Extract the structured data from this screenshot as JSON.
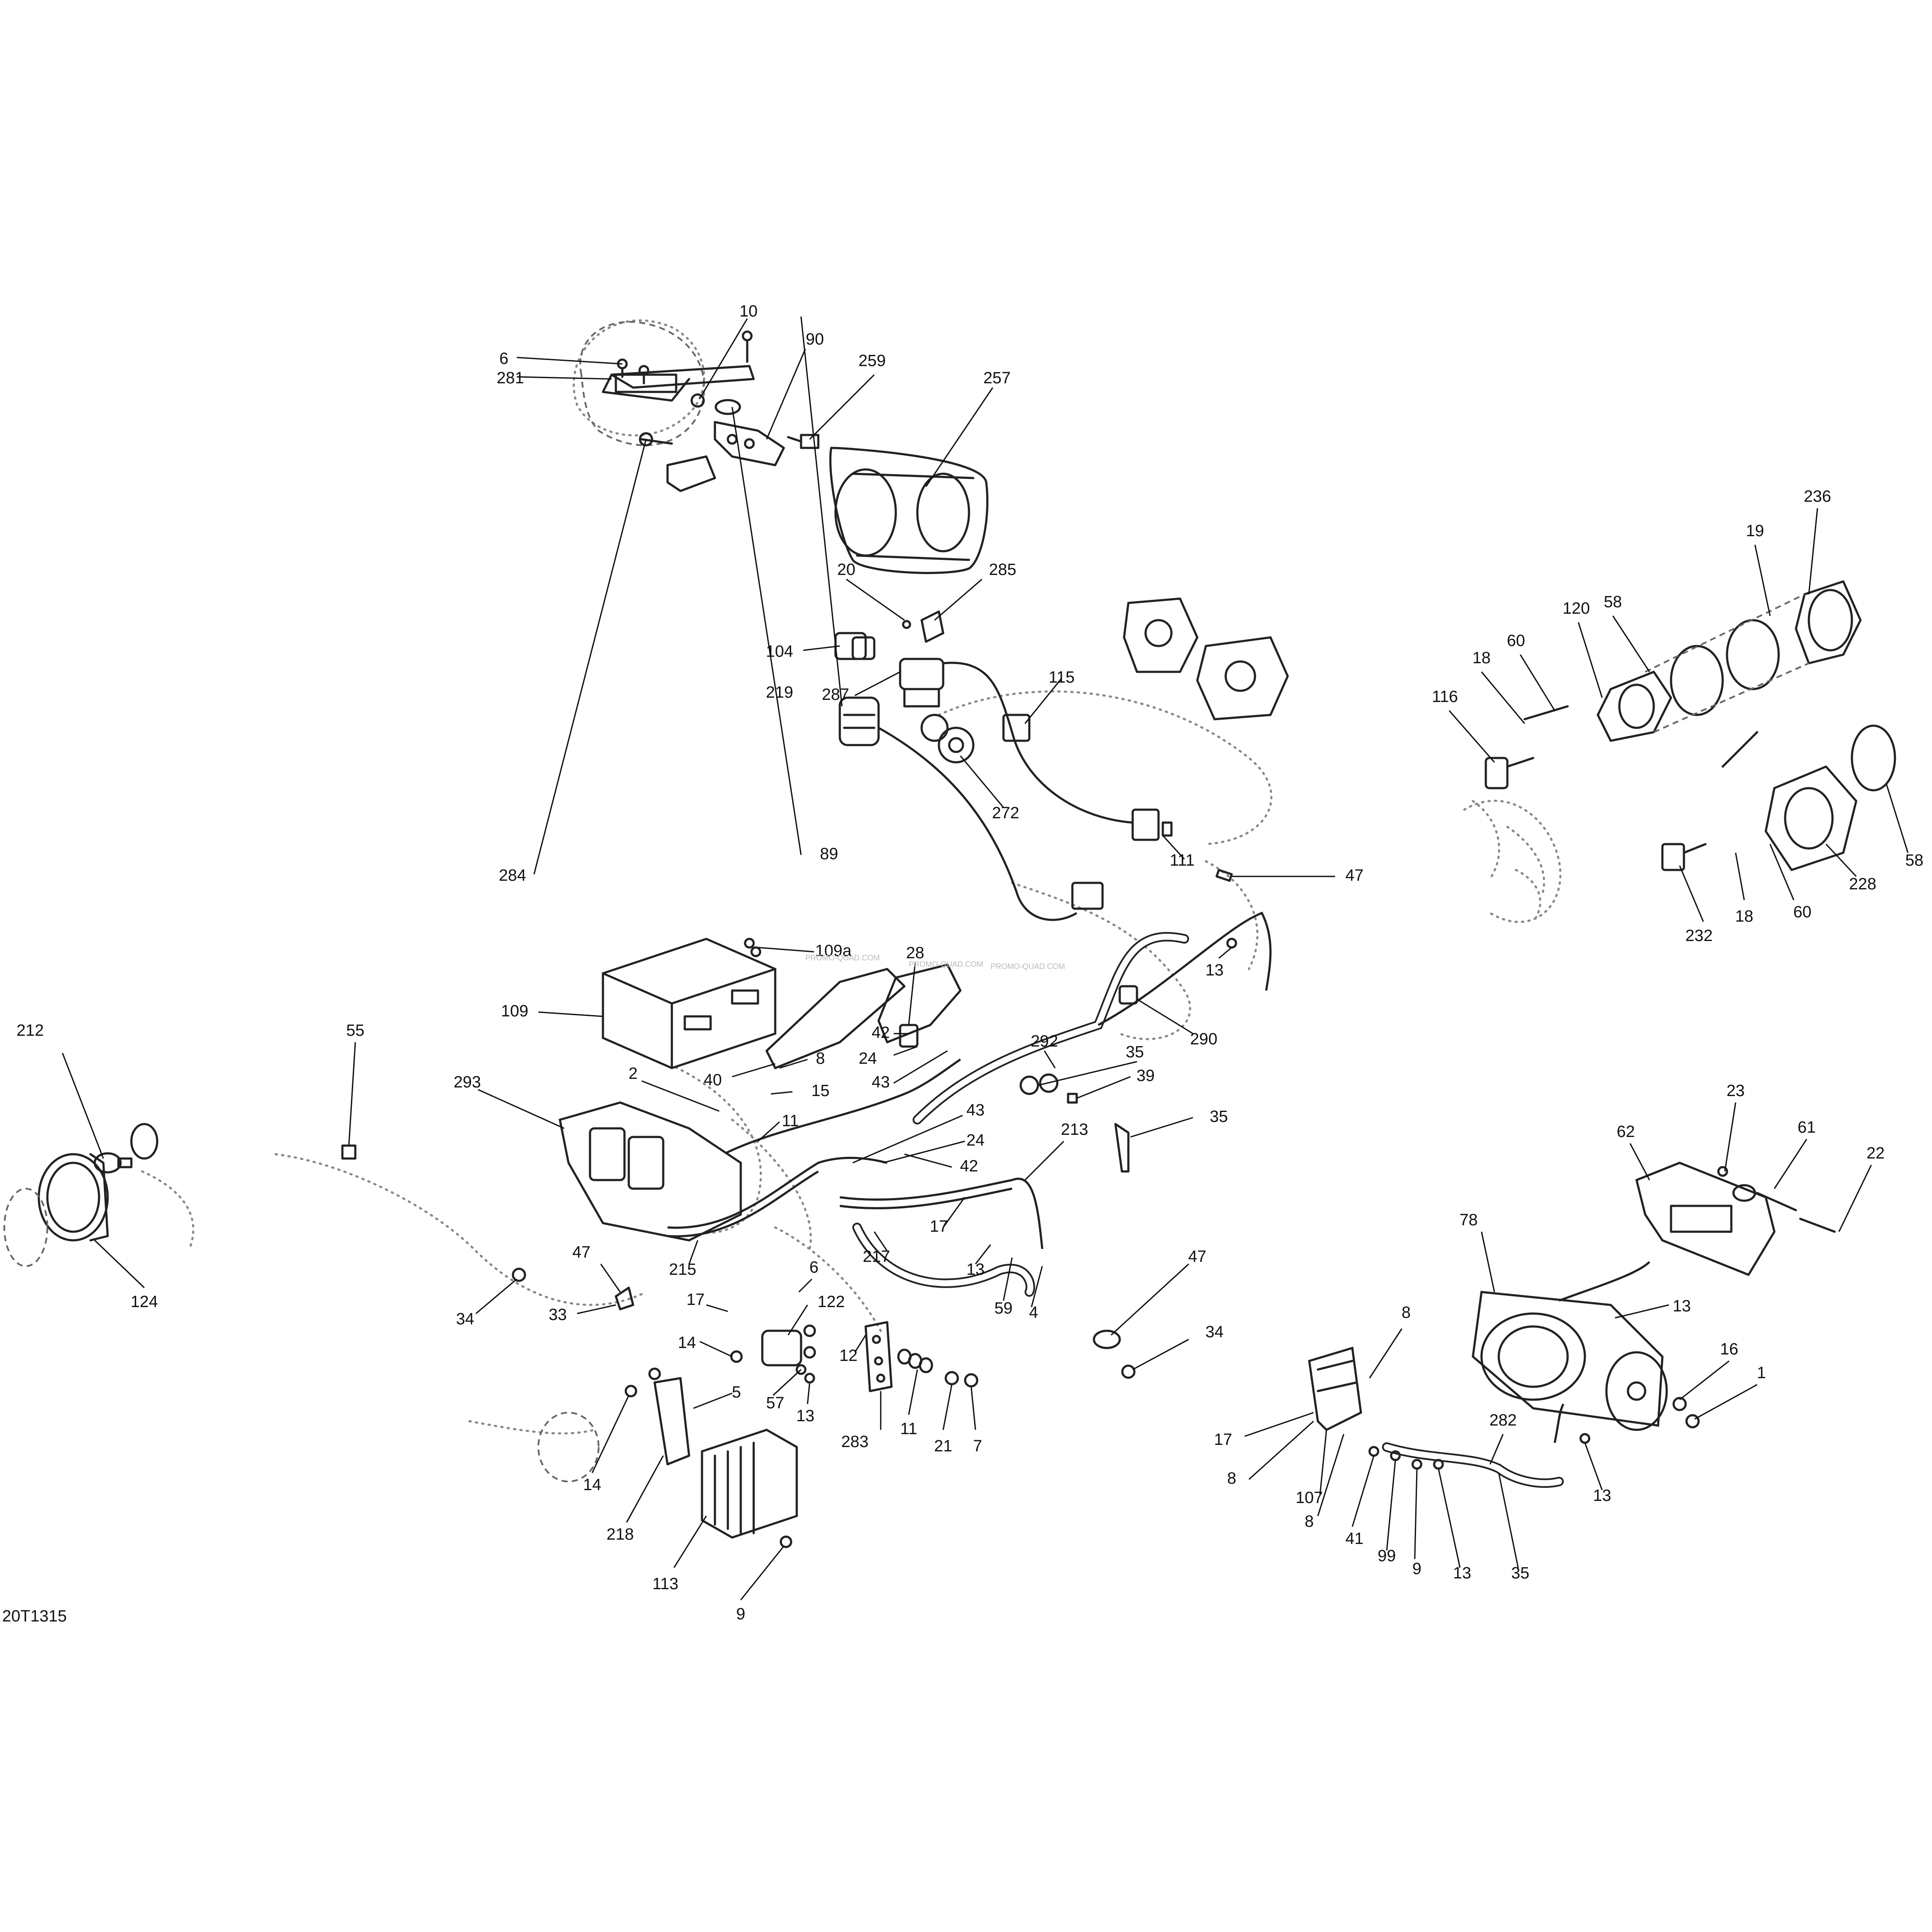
{
  "diagram_ref": "20T1315",
  "watermark": "PROMO-QUAD.COM",
  "callouts": [
    {
      "id": "c10",
      "text": "10"
    },
    {
      "id": "c90",
      "text": "90"
    },
    {
      "id": "c259",
      "text": "259"
    },
    {
      "id": "c257",
      "text": "257"
    },
    {
      "id": "c20",
      "text": "20"
    },
    {
      "id": "c285",
      "text": "285"
    },
    {
      "id": "c104",
      "text": "104"
    },
    {
      "id": "c287",
      "text": "287"
    },
    {
      "id": "c115",
      "text": "115"
    },
    {
      "id": "c219",
      "text": "219"
    },
    {
      "id": "c272",
      "text": "272"
    },
    {
      "id": "c6a",
      "text": "6"
    },
    {
      "id": "c281",
      "text": "281"
    },
    {
      "id": "c89",
      "text": "89"
    },
    {
      "id": "c111",
      "text": "111"
    },
    {
      "id": "c284",
      "text": "284"
    },
    {
      "id": "c47a",
      "text": "47"
    },
    {
      "id": "c109a",
      "text": "109a"
    },
    {
      "id": "c28",
      "text": "28"
    },
    {
      "id": "c109",
      "text": "109"
    },
    {
      "id": "c292",
      "text": "292"
    },
    {
      "id": "c13a",
      "text": "13"
    },
    {
      "id": "c42a",
      "text": "42"
    },
    {
      "id": "c290",
      "text": "290"
    },
    {
      "id": "c24a",
      "text": "24"
    },
    {
      "id": "c8a",
      "text": "8"
    },
    {
      "id": "c40",
      "text": "40"
    },
    {
      "id": "c43a",
      "text": "43"
    },
    {
      "id": "c35a",
      "text": "35"
    },
    {
      "id": "c15",
      "text": "15"
    },
    {
      "id": "c39",
      "text": "39"
    },
    {
      "id": "c2",
      "text": "2"
    },
    {
      "id": "c293",
      "text": "293"
    },
    {
      "id": "c11a",
      "text": "11"
    },
    {
      "id": "c43b",
      "text": "43"
    },
    {
      "id": "c35b",
      "text": "35"
    },
    {
      "id": "c213",
      "text": "213"
    },
    {
      "id": "c24b",
      "text": "24"
    },
    {
      "id": "c42b",
      "text": "42"
    },
    {
      "id": "c17a",
      "text": "17"
    },
    {
      "id": "c215",
      "text": "215"
    },
    {
      "id": "c217",
      "text": "217"
    },
    {
      "id": "c13b",
      "text": "13"
    },
    {
      "id": "c59",
      "text": "59"
    },
    {
      "id": "c4",
      "text": "4"
    },
    {
      "id": "c212",
      "text": "212"
    },
    {
      "id": "c55",
      "text": "55"
    },
    {
      "id": "c124",
      "text": "124"
    },
    {
      "id": "c47b",
      "text": "47"
    },
    {
      "id": "c33",
      "text": "33"
    },
    {
      "id": "c34a",
      "text": "34"
    },
    {
      "id": "c17b",
      "text": "17"
    },
    {
      "id": "c6b",
      "text": "6"
    },
    {
      "id": "c122",
      "text": "122"
    },
    {
      "id": "c14a",
      "text": "14"
    },
    {
      "id": "c57",
      "text": "57"
    },
    {
      "id": "c13c",
      "text": "13"
    },
    {
      "id": "c5",
      "text": "5"
    },
    {
      "id": "c12",
      "text": "12"
    },
    {
      "id": "c283",
      "text": "283"
    },
    {
      "id": "c11b",
      "text": "11"
    },
    {
      "id": "c21",
      "text": "21"
    },
    {
      "id": "c7",
      "text": "7"
    },
    {
      "id": "c14b",
      "text": "14"
    },
    {
      "id": "c218",
      "text": "218"
    },
    {
      "id": "c113",
      "text": "113"
    },
    {
      "id": "c9a",
      "text": "9"
    },
    {
      "id": "c47c",
      "text": "47"
    },
    {
      "id": "c34b",
      "text": "34"
    },
    {
      "id": "c236",
      "text": "236"
    },
    {
      "id": "c19",
      "text": "19"
    },
    {
      "id": "c58a",
      "text": "58"
    },
    {
      "id": "c120",
      "text": "120"
    },
    {
      "id": "c60a",
      "text": "60"
    },
    {
      "id": "c18a",
      "text": "18"
    },
    {
      "id": "c116",
      "text": "116"
    },
    {
      "id": "c58b",
      "text": "58"
    },
    {
      "id": "c228",
      "text": "228"
    },
    {
      "id": "c60b",
      "text": "60"
    },
    {
      "id": "c18b",
      "text": "18"
    },
    {
      "id": "c232",
      "text": "232"
    },
    {
      "id": "c23",
      "text": "23"
    },
    {
      "id": "c62",
      "text": "62"
    },
    {
      "id": "c61",
      "text": "61"
    },
    {
      "id": "c22",
      "text": "22"
    },
    {
      "id": "c78",
      "text": "78"
    },
    {
      "id": "c13d",
      "text": "13"
    },
    {
      "id": "c8b",
      "text": "8"
    },
    {
      "id": "c16",
      "text": "16"
    },
    {
      "id": "c1",
      "text": "1"
    },
    {
      "id": "c17c",
      "text": "17"
    },
    {
      "id": "c8c",
      "text": "8"
    },
    {
      "id": "c107",
      "text": "107"
    },
    {
      "id": "c8d",
      "text": "8"
    },
    {
      "id": "c41",
      "text": "41"
    },
    {
      "id": "c99",
      "text": "99"
    },
    {
      "id": "c9b",
      "text": "9"
    },
    {
      "id": "c13e",
      "text": "13"
    },
    {
      "id": "c282",
      "text": "282"
    },
    {
      "id": "c35c",
      "text": "35"
    },
    {
      "id": "c13f",
      "text": "13"
    }
  ]
}
